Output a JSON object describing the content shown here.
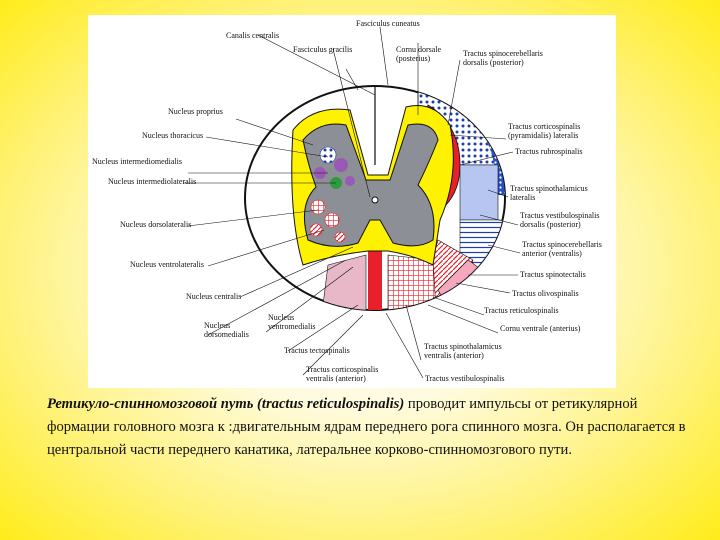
{
  "labels": {
    "fasciculus_cuneatus": "Fasciculus cuneatus",
    "canalis_centralis": "Canalis centralis",
    "fasciculus_gracilis": "Fasciculus gracilis",
    "cornu_dorsale_l1": "Cornu dorsale",
    "cornu_dorsale_l2": "(posterius)",
    "spinocerebellaris_dorsalis_l1": "Tractus spinocerebellaris",
    "spinocerebellaris_dorsalis_l2": "dorsalis (posterior)",
    "nucleus_proprius": "Nucleus proprius",
    "nucleus_thoracicus": "Nucleus thoracicus",
    "nucleus_intermediomedialis": "Nucleus intermediomedialis",
    "nucleus_intermediolateralis": "Nucleus intermediolateralis",
    "nucleus_dorsolateralis": "Nucleus dorsolateralis",
    "nucleus_ventrolateralis": "Nucleus ventrolateralis",
    "nucleus_centralis": "Nucleus centralis",
    "nucleus_dorsomedialis_l1": "Nucleus",
    "nucleus_dorsomedialis_l2": "dorsomedialis",
    "nucleus_ventromedialis_l1": "Nucleus",
    "nucleus_ventromedialis_l2": "ventromedialis",
    "tractus_tectospinalis": "Tractus tectospinalis",
    "corticospinalis_ventralis_l1": "Tractus corticospinalis",
    "corticospinalis_ventralis_l2": "ventralis (anterior)",
    "corticospinalis_lateralis_l1": "Tractus corticospinalis",
    "corticospinalis_lateralis_l2": "(pyramidalis) lateralis",
    "tractus_rubrospinalis": "Tractus rubrospinalis",
    "spinothalamicus_lateralis_l1": "Tractus spinothalamicus",
    "spinothalamicus_lateralis_l2": "lateralis",
    "vestibulospinalis_dorsalis_l1": "Tractus vestibulospinalis",
    "vestibulospinalis_dorsalis_l2": "dorsalis (posterior)",
    "spinocerebellaris_anterior_l1": "Tractus spinocerebellaris",
    "spinocerebellaris_anterior_l2": "anterior (ventralis)",
    "tractus_spinotectalis": "Tractus spinotectalis",
    "tractus_olivospinalis": "Tractus olivospinalis",
    "tractus_reticulospinalis": "Tractus reticulospinalis",
    "cornu_ventrale": "Cornu ventrale (anterius)",
    "spinothalamicus_ventralis_l1": "Tractus spinothalamicus",
    "spinothalamicus_ventralis_l2": "ventralis (anterior)",
    "tractus_vestibulospinalis": "Tractus vestibulospinalis"
  },
  "caption": {
    "term": "Ретикуло-спинномозговой путь (tractus reticulospinalis)",
    "text": " проводит импульсы от ретикулярной формации головного мозга к :двигательным ядрам переднего рога спинного мозга. Он располагается в центральной части переднего канатика, латеральнее корково-спинномозгового пути."
  },
  "colors": {
    "gray_matter": "#8c8f96",
    "yellow": "#fff200",
    "red": "#e8202a",
    "blue": "#1b3fb0",
    "light_blue": "#b7c6f0",
    "pink": "#f4a7bd",
    "background": "#ffec1a"
  }
}
